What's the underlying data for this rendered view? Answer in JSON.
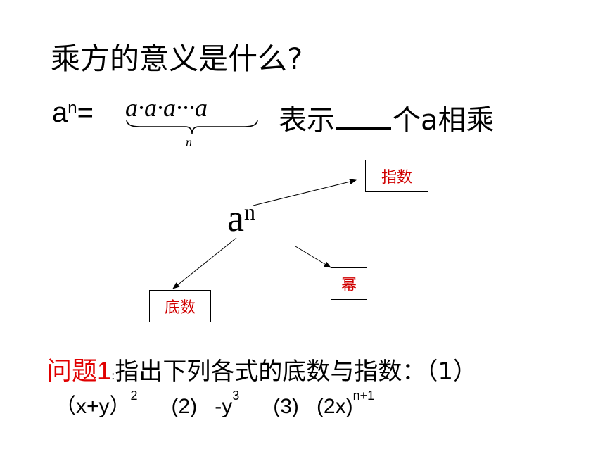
{
  "question": "乘方的意义是什么?",
  "formula": {
    "base": "a",
    "exponent": "n",
    "equals": "=",
    "product": "a·a·a···a",
    "brace_label": "n",
    "meaning_prefix": "表示",
    "meaning_suffix": "个a相乘"
  },
  "diagram": {
    "center_base": "a",
    "center_exponent": "n",
    "exponent_label": "指数",
    "power_label": "幂",
    "base_label": "底数"
  },
  "problem": {
    "title": "问题1",
    "colon": ":",
    "text": "指出下列各式的底数与指数：（1）",
    "item1_base": "（x+y）",
    "item1_exp": "2",
    "item2_label": "(2)",
    "item2_base": "-y",
    "item2_exp": "3",
    "item3_label": "(3)",
    "item3_base": "(2x)",
    "item3_exp": "n+1"
  },
  "colors": {
    "label_red": "#d00000",
    "title_red": "#e00000"
  }
}
